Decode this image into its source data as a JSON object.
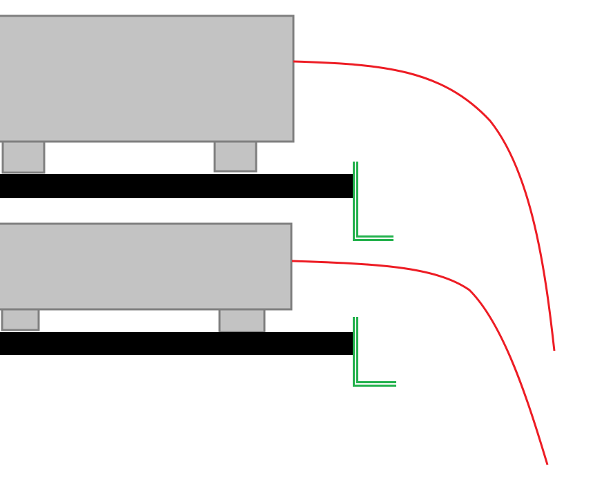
{
  "diagram": {
    "colors": {
      "background": "#ffffff",
      "box_fill": "#c3c3c3",
      "box_stroke": "#7f7f7f",
      "shelf": "#000000",
      "stop": "#22b14c",
      "cable": "#ed1c24"
    },
    "units": [
      {
        "id": "upper",
        "box": "gray-box",
        "feet": 2,
        "shelf": "black-shelf",
        "stop": "green-l-bracket",
        "cable": "red-cable"
      },
      {
        "id": "lower",
        "box": "gray-box",
        "feet": 2,
        "shelf": "black-shelf",
        "stop": "green-l-bracket",
        "cable": "red-cable"
      }
    ]
  }
}
